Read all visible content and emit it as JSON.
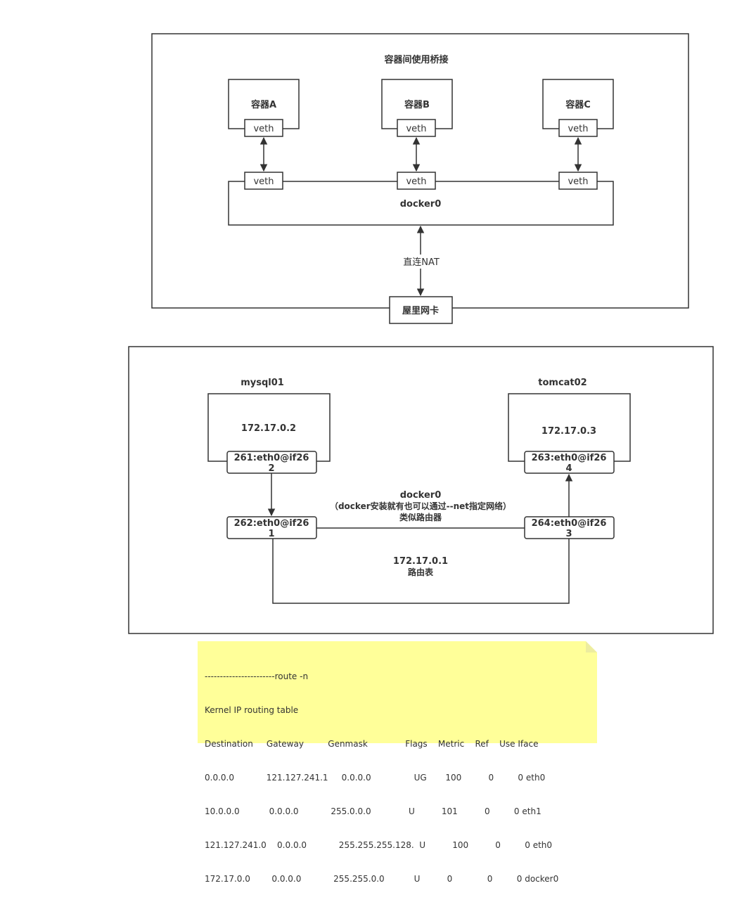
{
  "bridge": {
    "title": "容器间使用桥接",
    "containers": [
      {
        "name": "容器A",
        "veth": "veth"
      },
      {
        "name": "容器B",
        "veth": "veth"
      },
      {
        "name": "容器C",
        "veth": "veth"
      }
    ],
    "bridge_veths": [
      "veth",
      "veth",
      "veth"
    ],
    "bridge_name": "docker0",
    "nat_label": "直连NAT",
    "nic_label": "屋里网卡"
  },
  "network": {
    "left_container": {
      "name": "mysql01",
      "ip": "172.17.0.2",
      "iface": [
        "261:eth0@if26",
        "2"
      ]
    },
    "right_container": {
      "name": "tomcat02",
      "ip": "172.17.0.3",
      "iface": [
        "263:eth0@if26",
        "4"
      ]
    },
    "left_bridge_iface": [
      "262:eth0@if26",
      "1"
    ],
    "right_bridge_iface": [
      "264:eth0@if26",
      "3"
    ],
    "docker0_lines": [
      "docker0",
      "（docker安装就有也可以通过--net指定网络）",
      "类似路由器"
    ],
    "gateway_lines": [
      "172.17.0.1",
      "路由表"
    ]
  },
  "note": {
    "lines": [
      "-----------------------route -n",
      "Kernel IP routing table",
      "Destination     Gateway         Genmask              Flags    Metric    Ref    Use Iface",
      "0.0.0.0            121.127.241.1     0.0.0.0                UG       100          0         0 eth0",
      "10.0.0.0           0.0.0.0            255.0.0.0              U          101          0         0 eth1",
      "121.127.241.0    0.0.0.0            255.255.255.128.  U          100          0         0 eth0",
      "172.17.0.0        0.0.0.0            255.255.0.0           U          0             0         0 docker0"
    ],
    "fill": "#ffff99",
    "fold_fill": "#ededa0"
  }
}
